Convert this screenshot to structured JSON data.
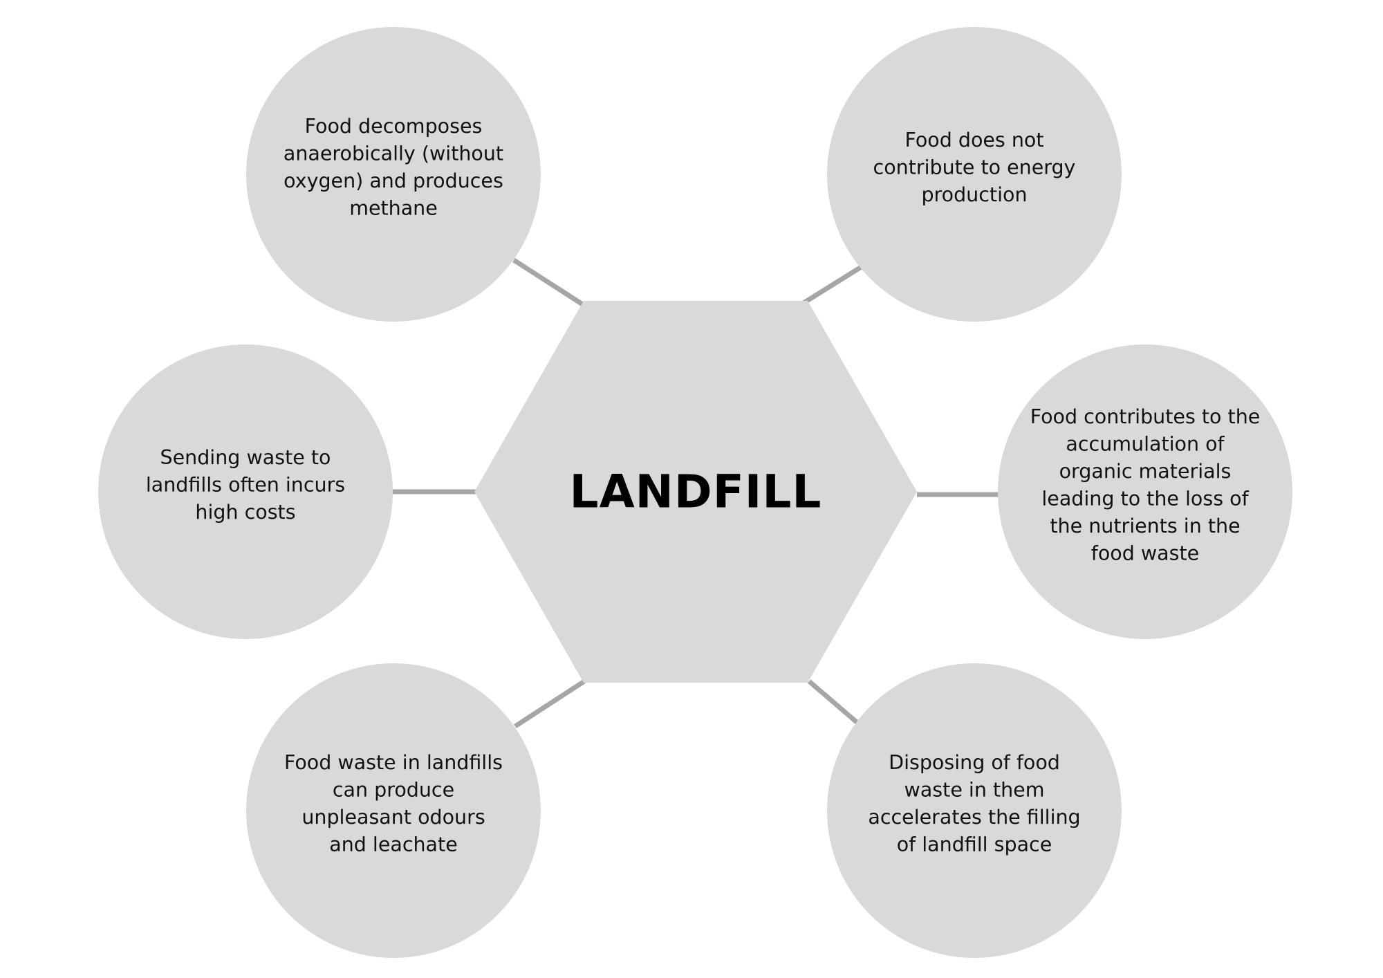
{
  "hub": {
    "label": "LANDFILL"
  },
  "nodes": [
    {
      "id": "top-left",
      "lines": [
        "Food decomposes",
        "anaerobically (without",
        "oxygen) and produces",
        "methane"
      ]
    },
    {
      "id": "top-right",
      "lines": [
        "Food does not",
        "contribute to energy",
        "production"
      ]
    },
    {
      "id": "middle-left",
      "lines": [
        "Sending waste to",
        "landfills often incurs",
        "high costs"
      ]
    },
    {
      "id": "middle-right",
      "lines": [
        "Food contributes to the",
        "accumulation of",
        "organic materials",
        "leading to the loss of",
        "the nutrients in the",
        "food waste"
      ]
    },
    {
      "id": "bottom-left",
      "lines": [
        "Food waste in landfills",
        "can produce",
        "unpleasant odours",
        "and leachate"
      ]
    },
    {
      "id": "bottom-right",
      "lines": [
        "Disposing of food",
        "waste in them",
        "accelerates the filling",
        "of landfill space"
      ]
    }
  ],
  "colors": {
    "shape_fill": "#d9d9d9",
    "connector": "#a6a6a6",
    "text": "#111111",
    "hub_text": "#000000"
  }
}
